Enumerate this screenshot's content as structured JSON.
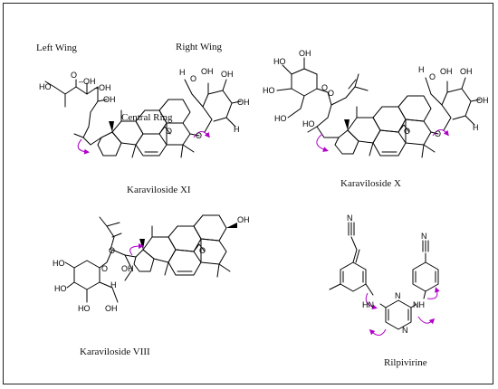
{
  "labels": {
    "left_wing": "Left Wing",
    "right_wing": "Right Wing",
    "central_ring": "Central Ring",
    "karaviloside_xi": "Karaviloside XI",
    "karaviloside_x": "Karaviloside X",
    "karaviloside_viii": "Karaviloside VIII",
    "rilpivirine": "Rilpivirine"
  },
  "atoms": {
    "O": "O",
    "OH": "OH",
    "HO": "HO",
    "H": "H",
    "HN": "HN",
    "NH": "NH",
    "N": "N"
  },
  "colors": {
    "arrow": "#b000c8",
    "frame": "#222222"
  }
}
